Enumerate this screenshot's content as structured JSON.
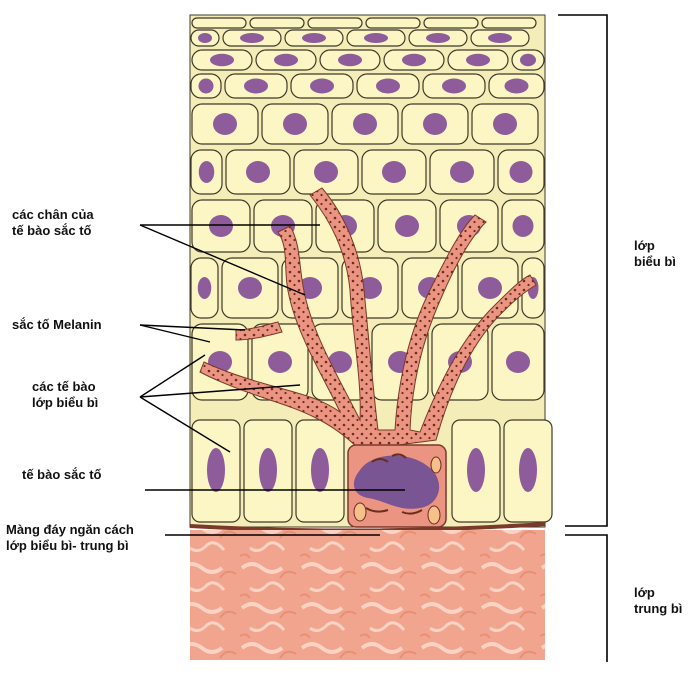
{
  "labels": {
    "pigment_feet": [
      "các chân của",
      "tế bào sắc tố"
    ],
    "melanin": [
      "sắc tố Melanin"
    ],
    "epidermal_cells": [
      "các tế bào",
      "lớp biểu bì"
    ],
    "melanocyte": [
      "tế bào sắc tố"
    ],
    "basement_membrane": [
      "Màng đáy ngăn cách",
      "lớp biểu bì- trung bì"
    ],
    "epidermis_layer": [
      "lớp",
      "biểu bì"
    ],
    "dermis_layer": [
      "lớp",
      "trung bì"
    ]
  },
  "colors": {
    "cell_fill": "#FBF6C4",
    "cell_stroke": "#3F3A2A",
    "nucleus": "#8E5C9A",
    "dendrite": "#EC9482",
    "melanin_granule": "#6A2E1F",
    "dermis": "#F2A58E",
    "leader_line": "#000000"
  }
}
